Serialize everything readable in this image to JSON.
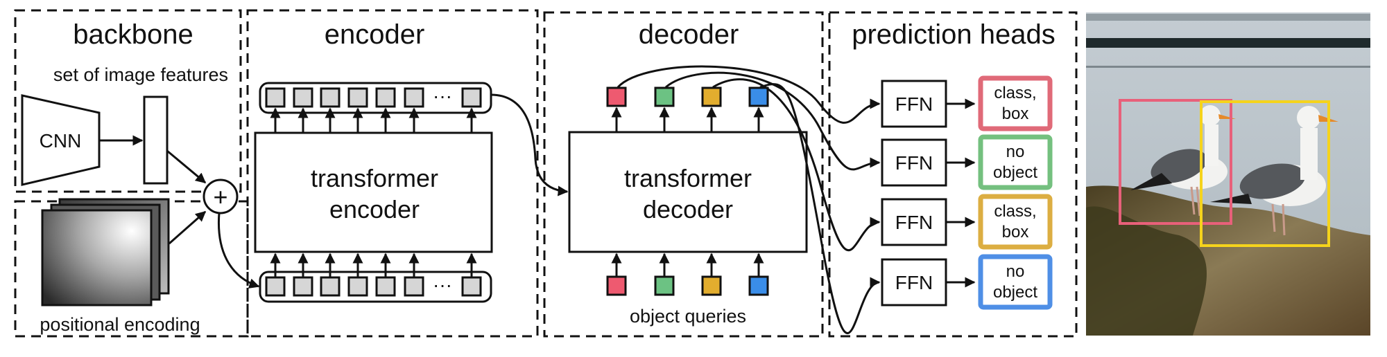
{
  "figure": {
    "sections": {
      "backbone": "backbone",
      "encoder": "encoder",
      "decoder": "decoder",
      "prediction_heads": "prediction heads"
    },
    "backbone": {
      "features_label": "set of image features",
      "cnn_label": "CNN",
      "plus_symbol": "+",
      "positional_label": "positional encoding"
    },
    "encoder": {
      "block_line1": "transformer",
      "block_line2": "encoder",
      "ellipsis": "···",
      "token_count_visible": 7
    },
    "decoder": {
      "block_line1": "transformer",
      "block_line2": "decoder",
      "queries_label": "object queries",
      "query_colors": [
        "#ee5a70",
        "#6cc283",
        "#e2ad2e",
        "#3a8de8"
      ]
    },
    "heads": {
      "ffn_label": "FFN",
      "outputs": [
        {
          "line1": "class,",
          "line2": "box",
          "color": "#e06a78"
        },
        {
          "line1": "no",
          "line2": "object",
          "color": "#74c07f"
        },
        {
          "line1": "class,",
          "line2": "box",
          "color": "#dcae42"
        },
        {
          "line1": "no",
          "line2": "object",
          "color": "#4f8fe6"
        }
      ]
    },
    "photo": {
      "subject": "two seagulls on rocks by water",
      "box_colors": [
        "#e8607a",
        "#f5d31c"
      ]
    }
  }
}
